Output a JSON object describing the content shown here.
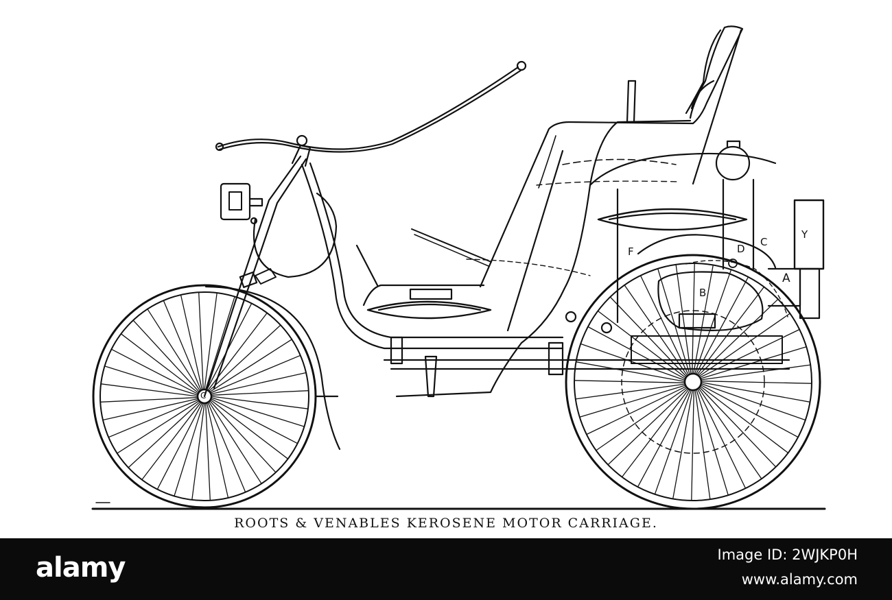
{
  "caption": "ROOTS & VENABLES KEROSENE MOTOR CARRIAGE.",
  "labels": {
    "y": "Y",
    "c": "C",
    "d": "D",
    "f": "F",
    "a": "A",
    "b": "B",
    "hub": "C"
  },
  "footer": {
    "brand": "alamy",
    "image_id": "Image ID: 2WJKP0H",
    "site": "www.alamy.com"
  },
  "colors": {
    "ink": "#111111",
    "paper": "#ffffff",
    "footer_bg": "#0b0b0b",
    "footer_text": "#ffffff"
  }
}
